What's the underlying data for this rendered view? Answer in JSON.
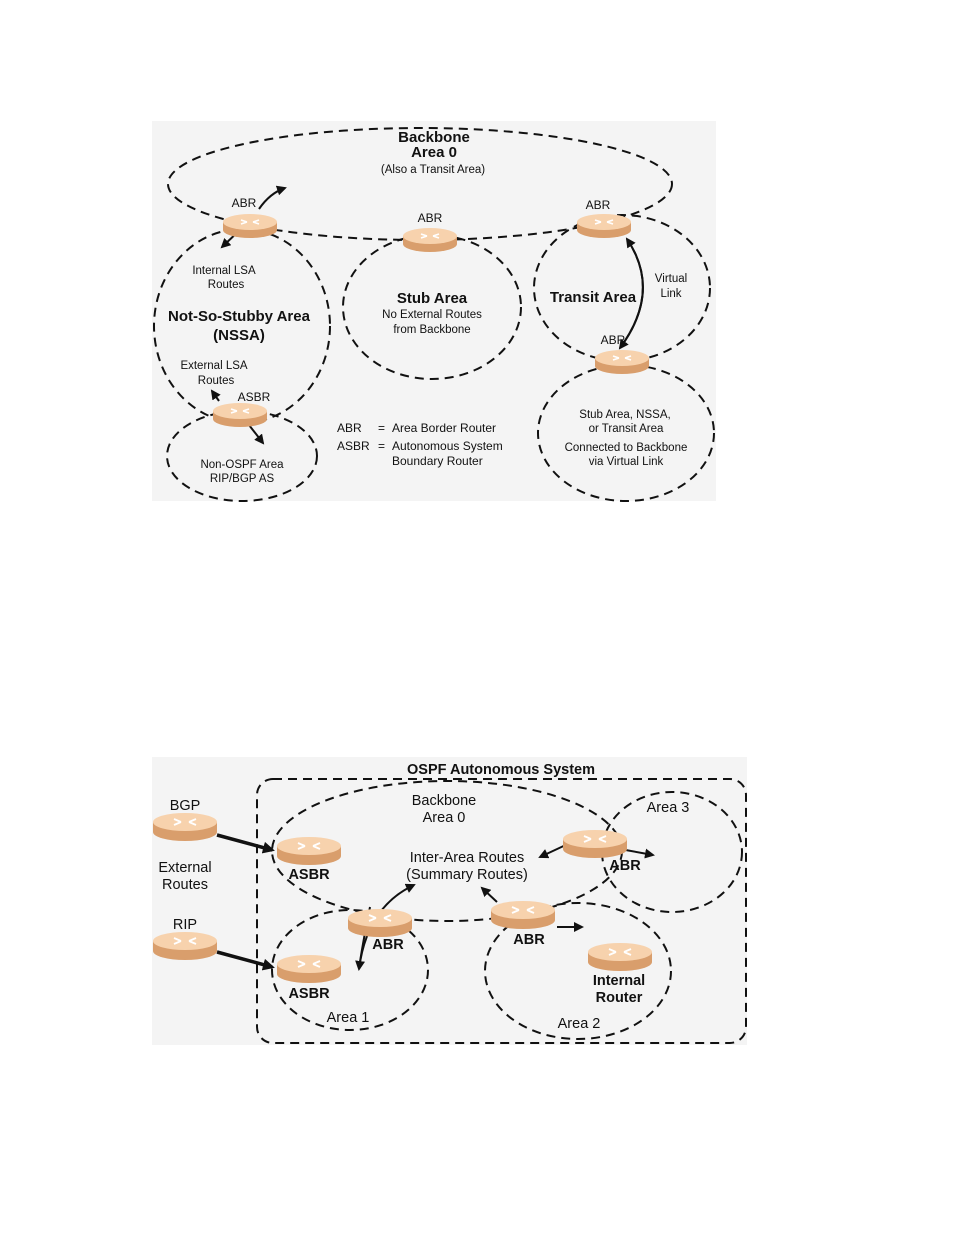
{
  "figure1": {
    "backbone": {
      "title": "Backbone",
      "area": "Area 0",
      "note": "(Also a Transit Area)"
    },
    "abr_left": "ABR",
    "abr_center": "ABR",
    "abr_right": "ABR",
    "abr_lower_right": "ABR",
    "asbr": "ASBR",
    "internal_lsa": [
      "Internal LSA",
      "Routes"
    ],
    "external_lsa": [
      "External LSA",
      "Routes"
    ],
    "nssa": [
      "Not-So-Stubby Area",
      "(NSSA)"
    ],
    "stub_area": {
      "title": "Stub Area",
      "lines": [
        "No External Routes",
        "from Backbone"
      ]
    },
    "transit_area": "Transit Area",
    "virtual_link": [
      "Virtual",
      "Link"
    ],
    "non_ospf": [
      "Non-OSPF Area",
      "RIP/BGP AS"
    ],
    "stub_nssa_transit": [
      "Stub Area, NSSA,",
      "or Transit  Area",
      "Connected to Backbone",
      "via Virtual Link"
    ],
    "legend": [
      {
        "abbr": "ABR",
        "eq": "=",
        "text": [
          "Area Border Router"
        ]
      },
      {
        "abbr": "ASBR",
        "eq": "=",
        "text": [
          "Autonomous System",
          "Boundary Router"
        ]
      }
    ]
  },
  "figure2": {
    "title": "OSPF Autonomous System",
    "backbone": [
      "Backbone",
      "Area 0"
    ],
    "area3": "Area 3",
    "area1": "Area 1",
    "area2": "Area 2",
    "bgp": "BGP",
    "rip": "RIP",
    "external_routes": [
      "External",
      "Routes"
    ],
    "asbr_top": "ASBR",
    "asbr_bottom": "ASBR",
    "abr_area3": "ABR",
    "abr_area1": "ABR",
    "abr_area2": "ABR",
    "inter_area": [
      "Inter-Area Routes",
      "(Summary Routes)"
    ],
    "internal_router": [
      "Internal",
      "Router"
    ]
  },
  "colors": {
    "router_top": "#f7d2ad",
    "router_side": "#d99e6c",
    "router_mark": "#ffffff",
    "figure_bg": "#f4f4f4"
  }
}
